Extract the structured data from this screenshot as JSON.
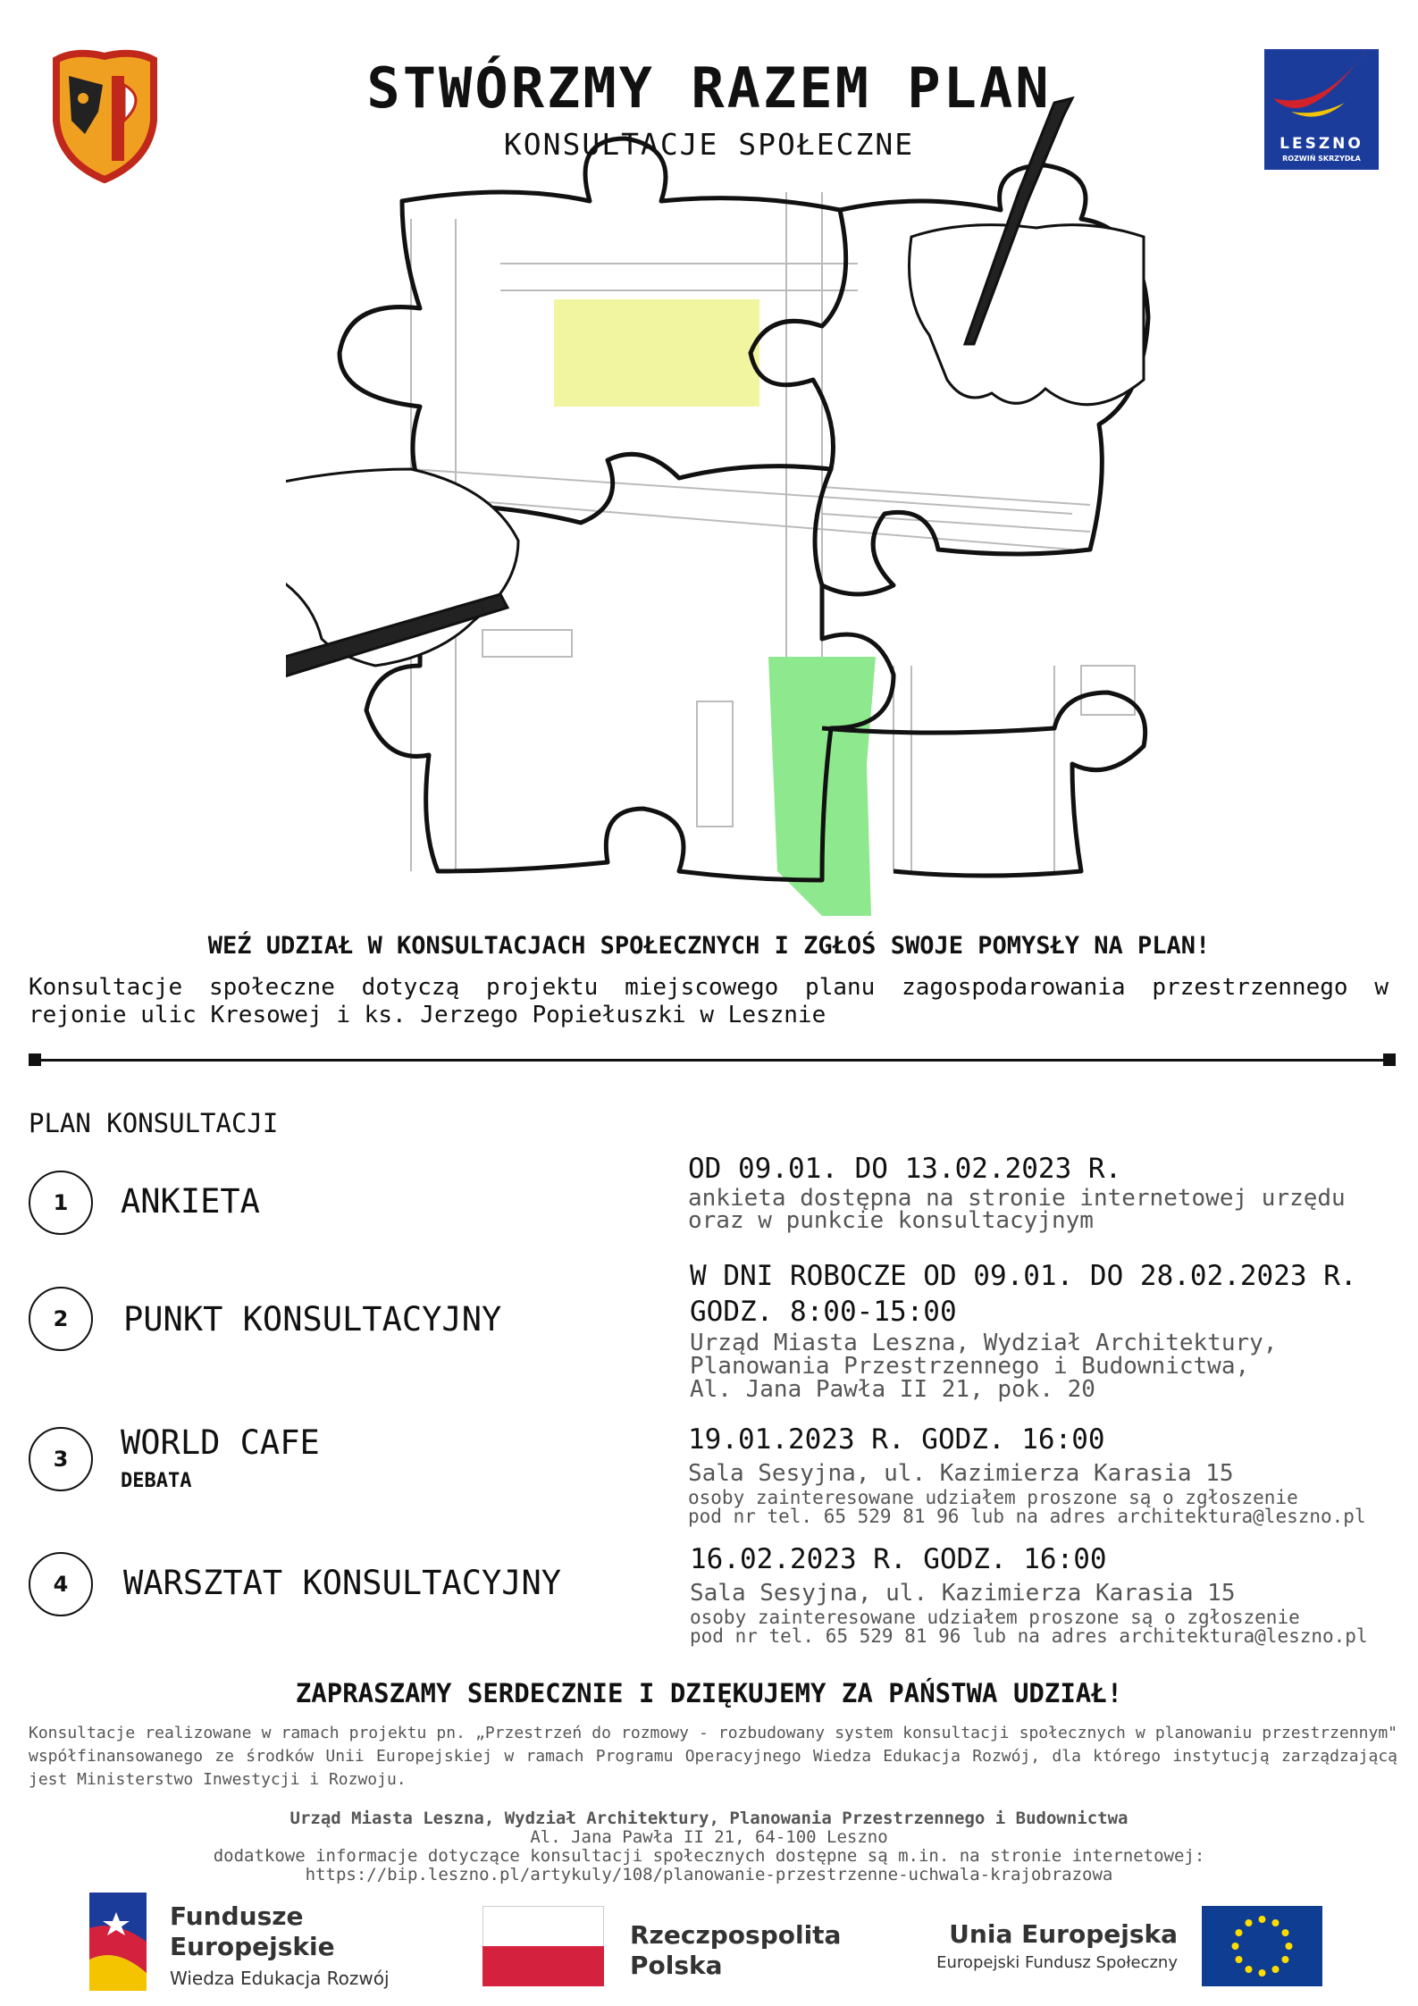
{
  "header": {
    "title": "STWÓRZMY RAZEM PLAN",
    "subtitle": "KONSULTACJE SPOŁECZNE"
  },
  "city_logo": {
    "name": "LESZNO",
    "tagline": "ROZWIŃ SKRZYDŁA",
    "colors": {
      "blue": "#1c3c9c",
      "red": "#d2222a",
      "yellow": "#f5c400"
    }
  },
  "illustration": {
    "description_icons": [
      "puzzle-map-icon",
      "hand-with-pencil-icon"
    ],
    "colors": {
      "yellow_area": "#f2f5a0",
      "green_area": "#8ee88e"
    }
  },
  "intro": {
    "headline": "WEŹ UDZIAŁ W KONSULTACJACH SPOŁECZNYCH I ZGŁOŚ SWOJE POMYSŁY NA PLAN!",
    "text": "Konsultacje społeczne dotyczą projektu miejscowego planu zagospodarowania przestrzennego w rejonie ulic Kresowej i ks. Jerzego Popiełuszki w Lesznie"
  },
  "plan": {
    "heading": "PLAN KONSULTACJI",
    "steps": [
      {
        "number": "1",
        "label": "ANKIETA",
        "date": "OD 09.01. DO 13.02.2023 R.",
        "details": [
          "ankieta dostępna na stronie internetowej urzędu",
          "oraz w punkcie konsultacyjnym"
        ]
      },
      {
        "number": "2",
        "label": "PUNKT KONSULTACYJNY",
        "date": "W DNI ROBOCZE OD 09.01. DO 28.02.2023 R.",
        "time": "GODZ. 8:00-15:00",
        "details": [
          "Urząd Miasta Leszna, Wydział Architektury,",
          "Planowania Przestrzennego i Budownictwa,",
          "Al. Jana Pawła II 21, pok. 20"
        ]
      },
      {
        "number": "3",
        "label": "WORLD CAFE",
        "sublabel": "DEBATA",
        "date": "19.01.2023 R. GODZ. 16:00",
        "place": "Sala Sesyjna, ul. Kazimierza Karasia 15",
        "notes": [
          "osoby zainteresowane udziałem proszone są o zgłoszenie",
          "pod nr tel. 65 529 81 96 lub na adres architektura@leszno.pl"
        ]
      },
      {
        "number": "4",
        "label": "WARSZTAT KONSULTACYJNY",
        "date": "16.02.2023 R. GODZ. 16:00",
        "place": "Sala Sesyjna, ul. Kazimierza Karasia 15",
        "notes": [
          "osoby zainteresowane udziałem proszone są o zgłoszenie",
          "pod nr tel. 65 529 81 96 lub na adres architektura@leszno.pl"
        ]
      }
    ]
  },
  "closing": "ZAPRASZAMY SERDECZNIE I DZIĘKUJEMY ZA PAŃSTWA UDZIAŁ!",
  "funding_note": "Konsultacje realizowane w ramach projektu pn. „Przestrzeń do rozmowy - rozbudowany system konsultacji społecznych w planowaniu przestrzennym\" współfinansowanego ze środków Unii Europejskiej w ramach Programu Operacyjnego Wiedza Edukacja Rozwój, dla którego instytucją zarządzającą jest Ministerstwo Inwestycji i Rozwoju.",
  "contact": {
    "office": "Urząd Miasta Leszna, Wydział Architektury, Planowania Przestrzennego i Budownictwa",
    "address": "Al. Jana Pawła II 21, 64-100 Leszno",
    "info": "dodatkowe informacje dotyczące konsultacji społecznych dostępne są m.in. na stronie internetowej:",
    "url": "https://bip.leszno.pl/artykuly/108/planowanie-przestrzenne-uchwala-krajobrazowa"
  },
  "footer_logos": {
    "fe": {
      "line1": "Fundusze",
      "line2": "Europejskie",
      "line3": "Wiedza Edukacja Rozwój"
    },
    "rp": {
      "line1": "Rzeczpospolita",
      "line2": "Polska"
    },
    "ue": {
      "line1": "Unia Europejska",
      "line2": "Europejski Fundusz Społeczny"
    },
    "colors": {
      "eu_blue": "#0f3d91",
      "eu_star": "#ffdd00",
      "pl_red": "#d4213d"
    }
  }
}
